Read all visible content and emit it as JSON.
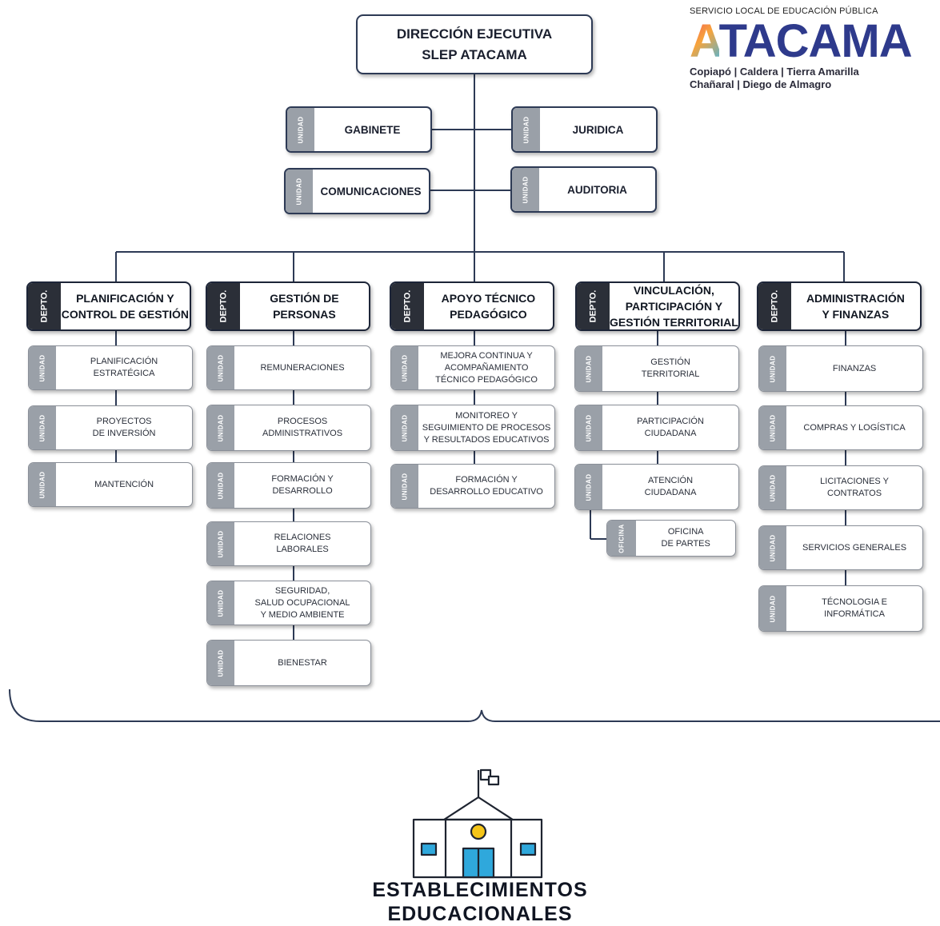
{
  "logo": {
    "supertitle": "SERVICIO LOCAL DE EDUCACIÓN PÚBLICA",
    "first_letter": "A",
    "rest": "TACAMA",
    "communes_line1": "Copiapó | Caldera | Tierra Amarilla",
    "communes_line2": "Chañaral | Diego de Almagro",
    "colors": {
      "brand": "#2e3a8c",
      "gradient": [
        "#f04b5c",
        "#f7a43b",
        "#3cb6e8"
      ]
    }
  },
  "top": {
    "line1": "DIRECCIÓN EJECUTIVA",
    "line2": "SLEP ATACAMA"
  },
  "tabs": {
    "unit": "UNIDAD",
    "dept": "DEPTO.",
    "office": "OFICINA"
  },
  "staff_units": [
    "GABINETE",
    "JURIDICA",
    "COMUNICACIONES",
    "AUDITORIA"
  ],
  "departments": [
    {
      "name": "PLANIFICACIÓN Y\nCONTROL DE GESTIÓN",
      "units": [
        "PLANIFICACIÓN\nESTRATÉGICA",
        "PROYECTOS\nDE INVERSIÓN",
        "MANTENCIÓN"
      ]
    },
    {
      "name": "GESTIÓN DE\nPERSONAS",
      "units": [
        "REMUNERACIONES",
        "PROCESOS\nADMINISTRATIVOS",
        "FORMACIÓN Y\nDESARROLLO",
        "RELACIONES\nLABORALES",
        "SEGURIDAD,\nSALUD OCUPACIONAL\nY MEDIO AMBIENTE",
        "BIENESTAR"
      ]
    },
    {
      "name": "APOYO TÉCNICO\nPEDAGÓGICO",
      "units": [
        "MEJORA CONTINUA Y\nACOMPAÑAMIENTO\nTÉCNICO PEDAGÓGICO",
        "MONITOREO Y\nSEGUIMIENTO DE PROCESOS\nY RESULTADOS EDUCATIVOS",
        "FORMACIÓN Y\nDESARROLLO EDUCATIVO"
      ]
    },
    {
      "name": "VINCULACIÓN,\nPARTICIPACIÓN Y\nGESTIÓN TERRITORIAL",
      "units": [
        "GESTIÓN\nTERRITORIAL",
        "PARTICIPACIÓN\nCIUDADANA",
        "ATENCIÓN\nCIUDADANA"
      ],
      "office": "OFICINA\nDE PARTES"
    },
    {
      "name": "ADMINISTRACIÓN\nY FINANZAS",
      "units": [
        "FINANZAS",
        "COMPRAS Y LOGÍSTICA",
        "LICITACIONES Y\nCONTRATOS",
        "SERVICIOS GENERALES",
        "TÉCNOLOGIA E\nINFORMÁTICA"
      ]
    }
  ],
  "footer": {
    "label": "ESTABLECIMIENTOS\nEDUCACIONALES",
    "icon": "school-building-icon"
  }
}
